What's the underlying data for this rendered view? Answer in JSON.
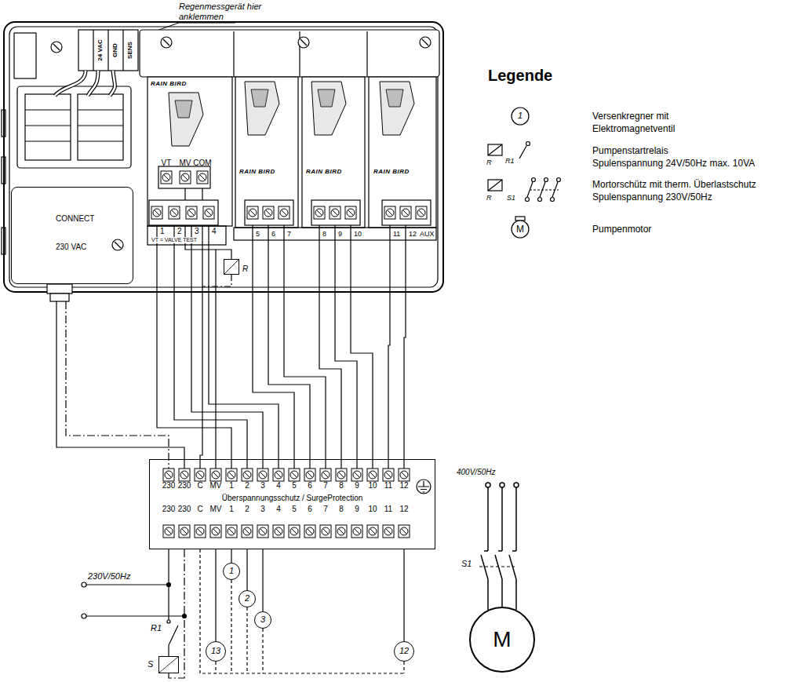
{
  "diagram": {
    "nodes": [
      {
        "text": [
          "CONNECT",
          "230 VAC"
        ]
      },
      {
        "text": [
          "R"
        ]
      },
      {
        "text": [
          "Überspannungsschutz / SurgeProtection"
        ]
      },
      {
        "text": [
          "1"
        ]
      },
      {
        "text": [
          "2"
        ]
      },
      {
        "text": [
          "3"
        ]
      },
      {
        "text": [
          "13"
        ]
      },
      {
        "text": [
          "12"
        ]
      },
      {
        "text": [
          "S"
        ]
      },
      {
        "text": [
          "M"
        ]
      }
    ],
    "edges": [
      {
        "from": 2,
        "to": 3,
        "arrow": "none"
      },
      {
        "from": 2,
        "to": 4,
        "arrow": "none"
      },
      {
        "from": 2,
        "to": 5,
        "arrow": "none"
      },
      {
        "from": 2,
        "to": 6,
        "arrow": "none"
      },
      {
        "from": 2,
        "to": 7,
        "arrow": "none"
      }
    ],
    "labels": [
      "Regenmessgerät hier anklemmen",
      "24 VAC",
      "GND",
      "SENS",
      "RAIN BIRD",
      "RAIN BIRD",
      "RAIN BIRD",
      "RAIN BIRD",
      "VT",
      "MV",
      "COM",
      "1",
      "2",
      "3",
      "4",
      "VT = VALVE TEST",
      "5",
      "6",
      "7",
      "8",
      "9",
      "10",
      "11",
      "12",
      "AUX",
      "230",
      "230",
      "C",
      "MV",
      "1",
      "2",
      "3",
      "4",
      "5",
      "6",
      "7",
      "8",
      "9",
      "10",
      "11",
      "12",
      "230",
      "230",
      "C",
      "MV",
      "1",
      "2",
      "3",
      "4",
      "5",
      "6",
      "7",
      "8",
      "9",
      "10",
      "11",
      "12",
      "230V/50Hz",
      "R1",
      "400V/50Hz",
      "S1",
      "Legende",
      "1",
      "R",
      "R1",
      "R",
      "S1",
      "M"
    ],
    "legend": [
      {
        "text": "Versenkregner mit Elektromagnetventil"
      },
      {
        "text": "Pumpenstartrelais Spulenspannung 24V/50Hz max. 10VA"
      },
      {
        "text": "Mortorschütz mit therm. Überlastschutz Spulenspannung 230V/50Hz"
      },
      {
        "text": "Pumpenmotor"
      }
    ]
  }
}
